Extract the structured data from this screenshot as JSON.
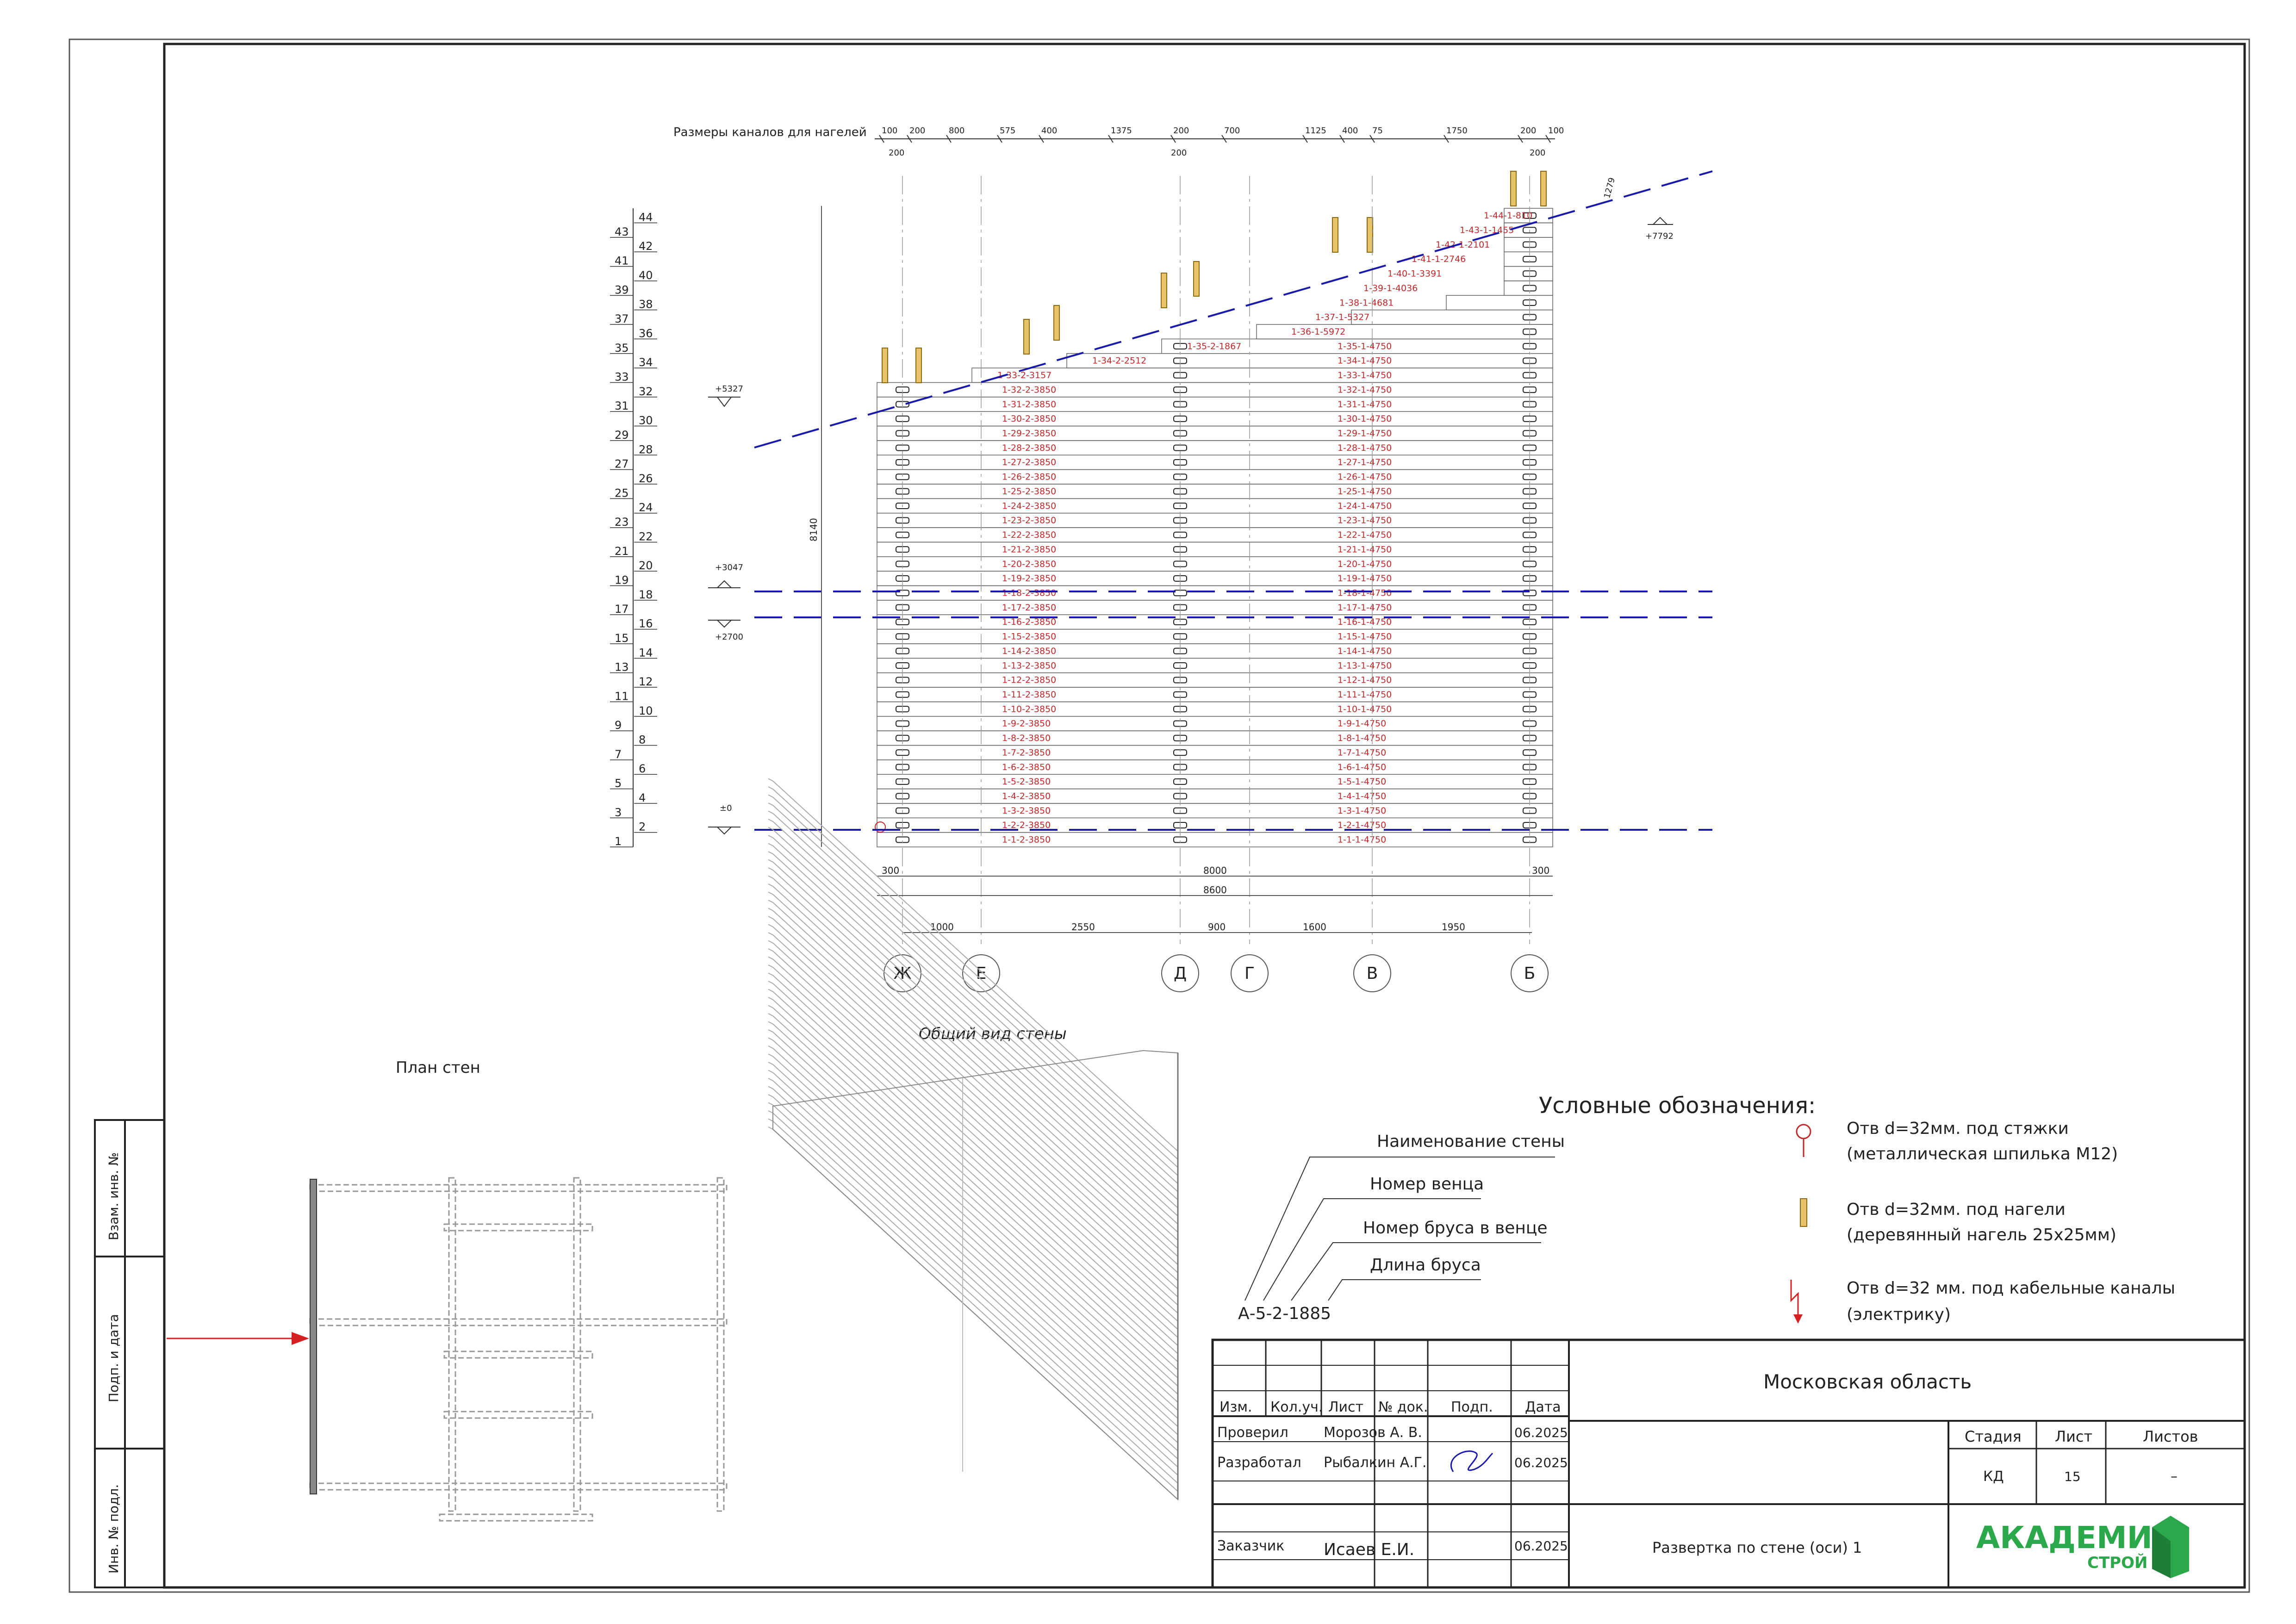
{
  "channels_title": "Размеры каналов для нагелей",
  "top_dims_row1": [
    "100",
    "200",
    "800",
    "575",
    "400",
    "1375",
    "200",
    "700",
    "1125",
    "400",
    "75",
    "1750",
    "200",
    "100"
  ],
  "top_dims_row2": [
    "200",
    "200",
    "200"
  ],
  "right_dim": "1279",
  "height_dim": "8140",
  "levels": {
    "l1": "+7792",
    "l2": "+5327",
    "l3": "+3047",
    "l4": "+2700",
    "l5": "±0"
  },
  "row_numbers": [
    "1",
    "2",
    "3",
    "4",
    "5",
    "6",
    "7",
    "8",
    "9",
    "10",
    "11",
    "12",
    "13",
    "14",
    "15",
    "16",
    "17",
    "18",
    "19",
    "20",
    "21",
    "22",
    "23",
    "24",
    "25",
    "26",
    "27",
    "28",
    "29",
    "30",
    "31",
    "32",
    "33",
    "34",
    "35",
    "36",
    "37",
    "38",
    "39",
    "40",
    "41",
    "42",
    "43",
    "44"
  ],
  "left_beams": [
    "1-1-2-3850",
    "1-2-2-3850",
    "1-3-2-3850",
    "1-4-2-3850",
    "1-5-2-3850",
    "1-6-2-3850",
    "1-7-2-3850",
    "1-8-2-3850",
    "1-9-2-3850",
    "1-10-2-3850",
    "1-11-2-3850",
    "1-12-2-3850",
    "1-13-2-3850",
    "1-14-2-3850",
    "1-15-2-3850",
    "1-16-2-3850",
    "1-17-2-3850",
    "1-18-2-3850",
    "1-19-2-3850",
    "1-20-2-3850",
    "1-21-2-3850",
    "1-22-2-3850",
    "1-23-2-3850",
    "1-24-2-3850",
    "1-25-2-3850",
    "1-26-2-3850",
    "1-27-2-3850",
    "1-28-2-3850",
    "1-29-2-3850",
    "1-30-2-3850",
    "1-31-2-3850",
    "1-32-2-3850",
    "1-33-2-3157",
    "1-34-2-2512",
    "1-35-2-1867"
  ],
  "right_beams": [
    "1-1-1-4750",
    "1-2-1-4750",
    "1-3-1-4750",
    "1-4-1-4750",
    "1-5-1-4750",
    "1-6-1-4750",
    "1-7-1-4750",
    "1-8-1-4750",
    "1-9-1-4750",
    "1-10-1-4750",
    "1-11-1-4750",
    "1-12-1-4750",
    "1-13-1-4750",
    "1-14-1-4750",
    "1-15-1-4750",
    "1-16-1-4750",
    "1-17-1-4750",
    "1-18-1-4750",
    "1-19-1-4750",
    "1-20-1-4750",
    "1-21-1-4750",
    "1-22-1-4750",
    "1-23-1-4750",
    "1-24-1-4750",
    "1-25-1-4750",
    "1-26-1-4750",
    "1-27-1-4750",
    "1-28-1-4750",
    "1-29-1-4750",
    "1-30-1-4750",
    "1-31-1-4750",
    "1-32-1-4750",
    "1-33-1-4750",
    "1-34-1-4750",
    "1-35-1-4750",
    "1-36-1-5972",
    "1-37-1-5327",
    "1-38-1-4681",
    "1-39-1-4036",
    "1-40-1-3391",
    "1-41-1-2746",
    "1-42-1-2101",
    "1-43-1-1455",
    "1-44-1-810"
  ],
  "bottom_dims": {
    "left": "300",
    "mid": "8000",
    "right": "300",
    "total": "8600"
  },
  "axis_dims": [
    "1000",
    "2550",
    "900",
    "1600",
    "1950"
  ],
  "axes": [
    "Ж",
    "Е",
    "Д",
    "Г",
    "В",
    "Б"
  ],
  "plan_title": "План стен",
  "view_title": "Общий вид стены",
  "legend": {
    "title": "Условные обозначения:",
    "wall_name": "Наименование стены",
    "crown_no": "Номер венца",
    "beam_no": "Номер бруса в венце",
    "beam_len": "Длина бруса",
    "example": "А-5-2-1885",
    "item1_l1": "Отв d=32мм. под стяжки",
    "item1_l2": "(металлическая шпилька М12)",
    "item2_l1": "Отв d=32мм. под нагели",
    "item2_l2": "(деревянный нагель 25x25мм)",
    "item3_l1": "Отв d=32 мм. под кабельные каналы",
    "item3_l2": "(электрику)"
  },
  "side_stamp": {
    "a": "Взам. инв. №",
    "b": "Подп. и дата",
    "c": "Инв. № подл."
  },
  "title_block": {
    "region": "Московская область",
    "h_izm": "Изм.",
    "h_koluch": "Кол.уч.",
    "h_list": "Лист",
    "h_ndok": "№ док.",
    "h_podp": "Подп.",
    "h_data": "Дата",
    "r1_role": "Проверил",
    "r1_name": "Морозов А. В.",
    "r1_date": "06.2025",
    "r2_role": "Разработал",
    "r2_name": "Рыбалкин А.Г.",
    "r2_date": "06.2025",
    "r3_role": "Заказчик",
    "r3_name": "Исаев Е.И.",
    "r3_date": "06.2025",
    "stage_h": "Стадия",
    "sheet_h": "Лист",
    "sheets_h": "Листов",
    "stage": "КД",
    "sheet": "15",
    "sheets": "–",
    "doc_title": "Развертка по стене (оси) 1",
    "logo_main": "АКАДЕМИК",
    "logo_sub": "СТРОЙ"
  },
  "colors": {
    "beam_label": "#c0292b",
    "dash_line": "#1a1aa8",
    "dowel": "#d9a520",
    "logo": "#2aa84a"
  }
}
